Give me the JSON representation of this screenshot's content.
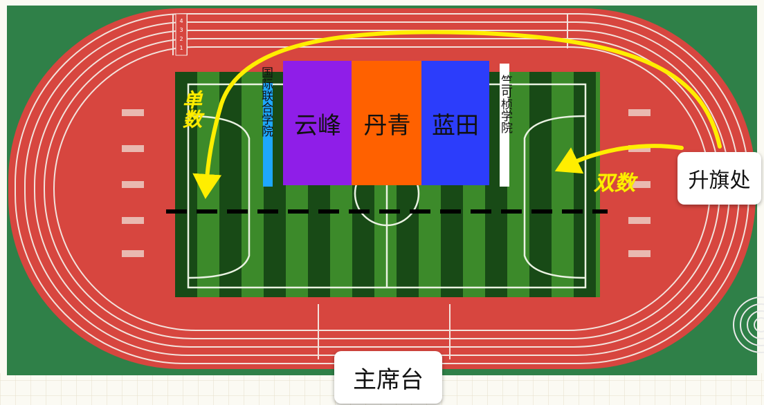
{
  "blocks": [
    {
      "label": "云峰",
      "color": "#8f1ee8"
    },
    {
      "label": "丹青",
      "color": "#ff6100"
    },
    {
      "label": "蓝田",
      "color": "#2c3dfb"
    }
  ],
  "side_labels": {
    "left": {
      "text": "国际联合学院",
      "color": "#1ea7ff"
    },
    "right": {
      "text": "竺可桢学院",
      "color": "#ffffff"
    }
  },
  "callouts": {
    "flag": "升旗处",
    "rostrum": "主席台"
  },
  "handwritten": {
    "odd": "单数",
    "even": "双数"
  },
  "lane_numbers": [
    "1",
    "2",
    "3",
    "4"
  ],
  "colors": {
    "track": "#d7463f",
    "grass_dark": "#123d13",
    "grass_light": "#3f8a2a",
    "arrow": "#ffee00"
  }
}
